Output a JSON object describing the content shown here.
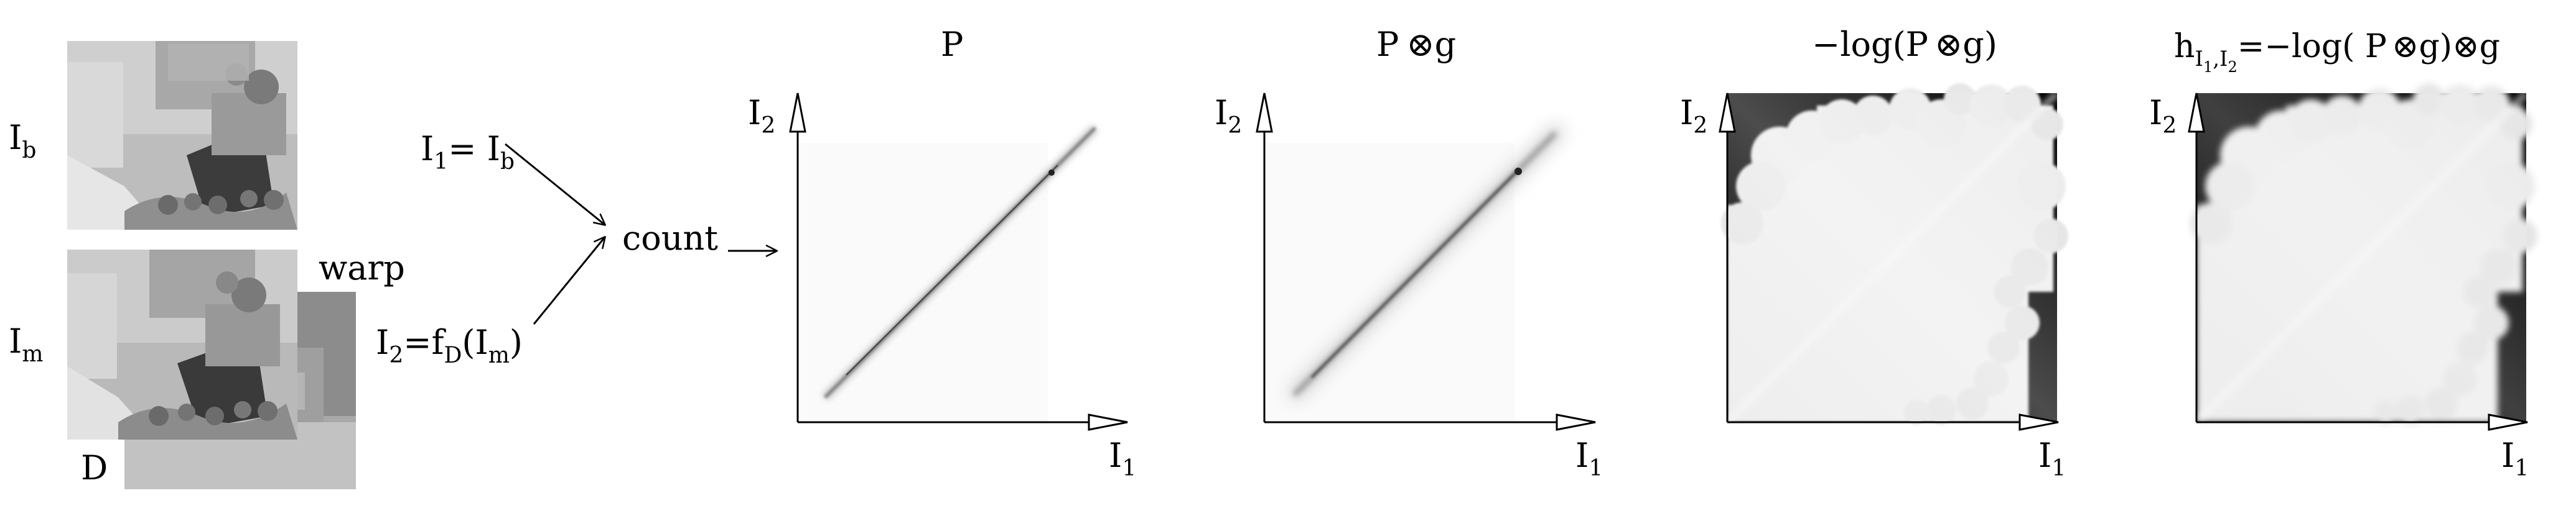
{
  "left": {
    "image_b_label": "I",
    "image_b_sub": "b",
    "image_m_label": "I",
    "image_m_sub": "m",
    "disparity_label": "D",
    "warp_label": "warp"
  },
  "mid": {
    "eq1_a": "I",
    "eq1_a_sub": "1",
    "eq1_b": "= I",
    "eq1_b_sub": "b",
    "eq2_a": "I",
    "eq2_a_sub": "2",
    "eq2_b": "=f",
    "eq2_b_sub": "D",
    "eq2_c": "(I",
    "eq2_c_sub": "m",
    "eq2_d": ")",
    "count_label": "count"
  },
  "panels": [
    {
      "title_main": "P",
      "title_rest": "",
      "y_axis": "I",
      "y_sub": "2",
      "x_axis": "I",
      "x_sub": "1"
    },
    {
      "title_main": "P",
      "title_rest": "⊗g",
      "y_axis": "I",
      "y_sub": "2",
      "x_axis": "I",
      "x_sub": "1"
    },
    {
      "title_main": "−log(P",
      "title_rest": "⊗g)",
      "y_axis": "I",
      "y_sub": "2",
      "x_axis": "I",
      "x_sub": "1"
    },
    {
      "title_main": "h",
      "title_sub1": "I",
      "title_sub1_sub": "1",
      "title_comma": ",",
      "title_sub2": "I",
      "title_sub2_sub": "2",
      "title_rest": "=−log( P",
      "title_rest2": "⊗g)⊗g",
      "y_axis": "I",
      "y_sub": "2",
      "x_axis": "I",
      "x_sub": "1"
    }
  ],
  "colors": {
    "ink": "#000000",
    "photo_light": "#c9c9c9",
    "photo_dark": "#6f6f6f",
    "density_bg": "#f7f7f7",
    "cost_dark": "#000000",
    "cost_light": "#f2f2f2"
  }
}
